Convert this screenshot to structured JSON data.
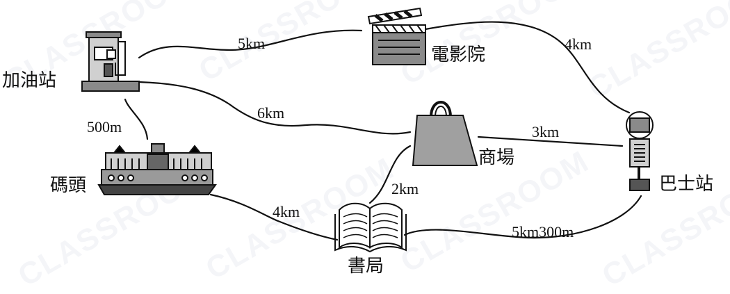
{
  "watermark": "CLASSROOM",
  "places": {
    "gas_station": "加油站",
    "cinema": "電影院",
    "mall": "商場",
    "bus_stop": "巴士站",
    "pier": "碼頭",
    "bookstore": "書局"
  },
  "distances": {
    "gas_to_cinema": "5km",
    "cinema_to_bus": "4km",
    "gas_to_mall": "6km",
    "mall_to_bus": "3km",
    "gas_to_pier": "500m",
    "mall_to_bookstore": "2km",
    "pier_to_bookstore": "4km",
    "bookstore_to_bus": "5km300m"
  },
  "colors": {
    "line": "#111111",
    "icon_fill": "#8a8a8a",
    "icon_light": "#d0d0d0",
    "icon_dark": "#444444"
  }
}
